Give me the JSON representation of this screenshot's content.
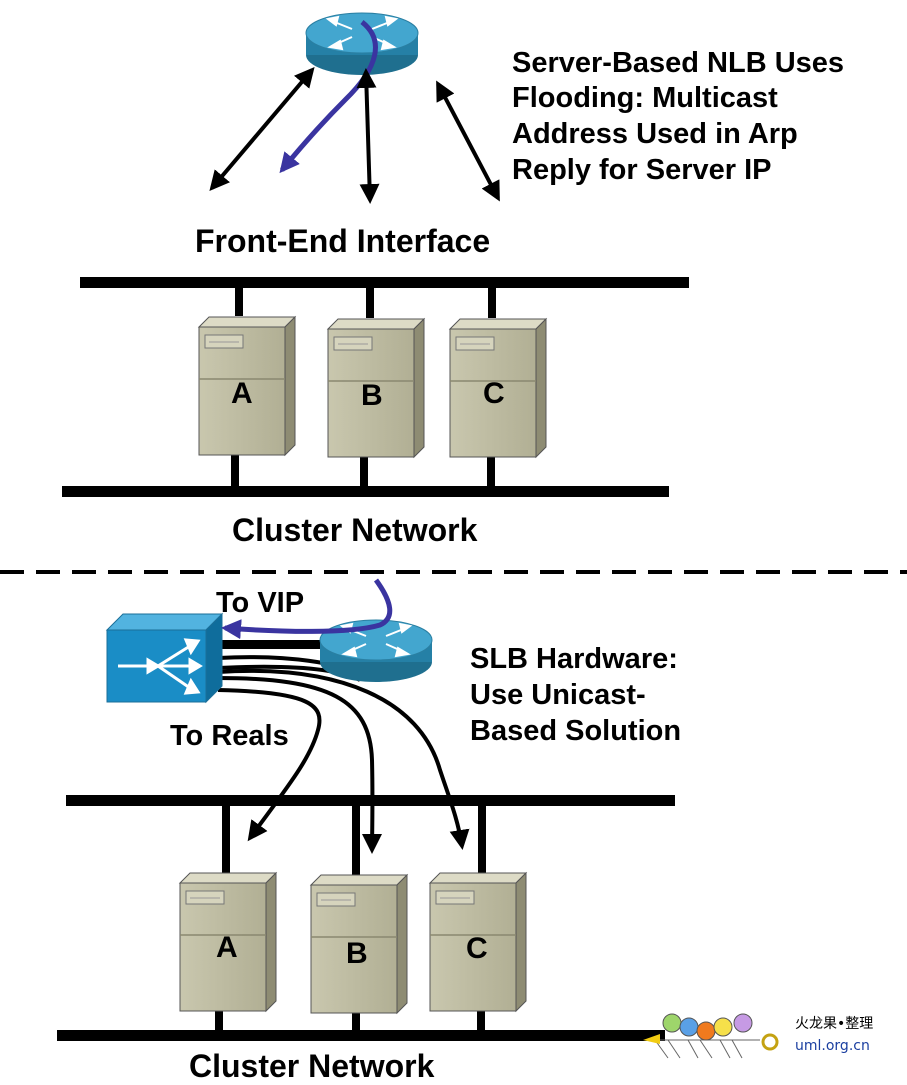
{
  "top": {
    "note_lines": [
      "Server-Based NLB Uses",
      "Flooding: Multicast",
      "Address Used in Arp",
      "Reply for Server IP"
    ],
    "front_end_label": "Front-End Interface",
    "servers": [
      "A",
      "B",
      "C"
    ],
    "cluster_label": "Cluster Network"
  },
  "bottom": {
    "to_vip_label": "To VIP",
    "to_reals_label": "To Reals",
    "note_lines": [
      "SLB Hardware:",
      "Use Unicast-",
      "Based Solution"
    ],
    "servers": [
      "A",
      "B",
      "C"
    ],
    "cluster_label": "Cluster Network"
  },
  "watermark": {
    "chinese": "火龙果•整理",
    "url": "uml.org.cn"
  },
  "colors": {
    "router": "#2b8fb8",
    "switch": "#1a8dc6",
    "flow": "#3a34a0",
    "server": "#bdbba1"
  }
}
